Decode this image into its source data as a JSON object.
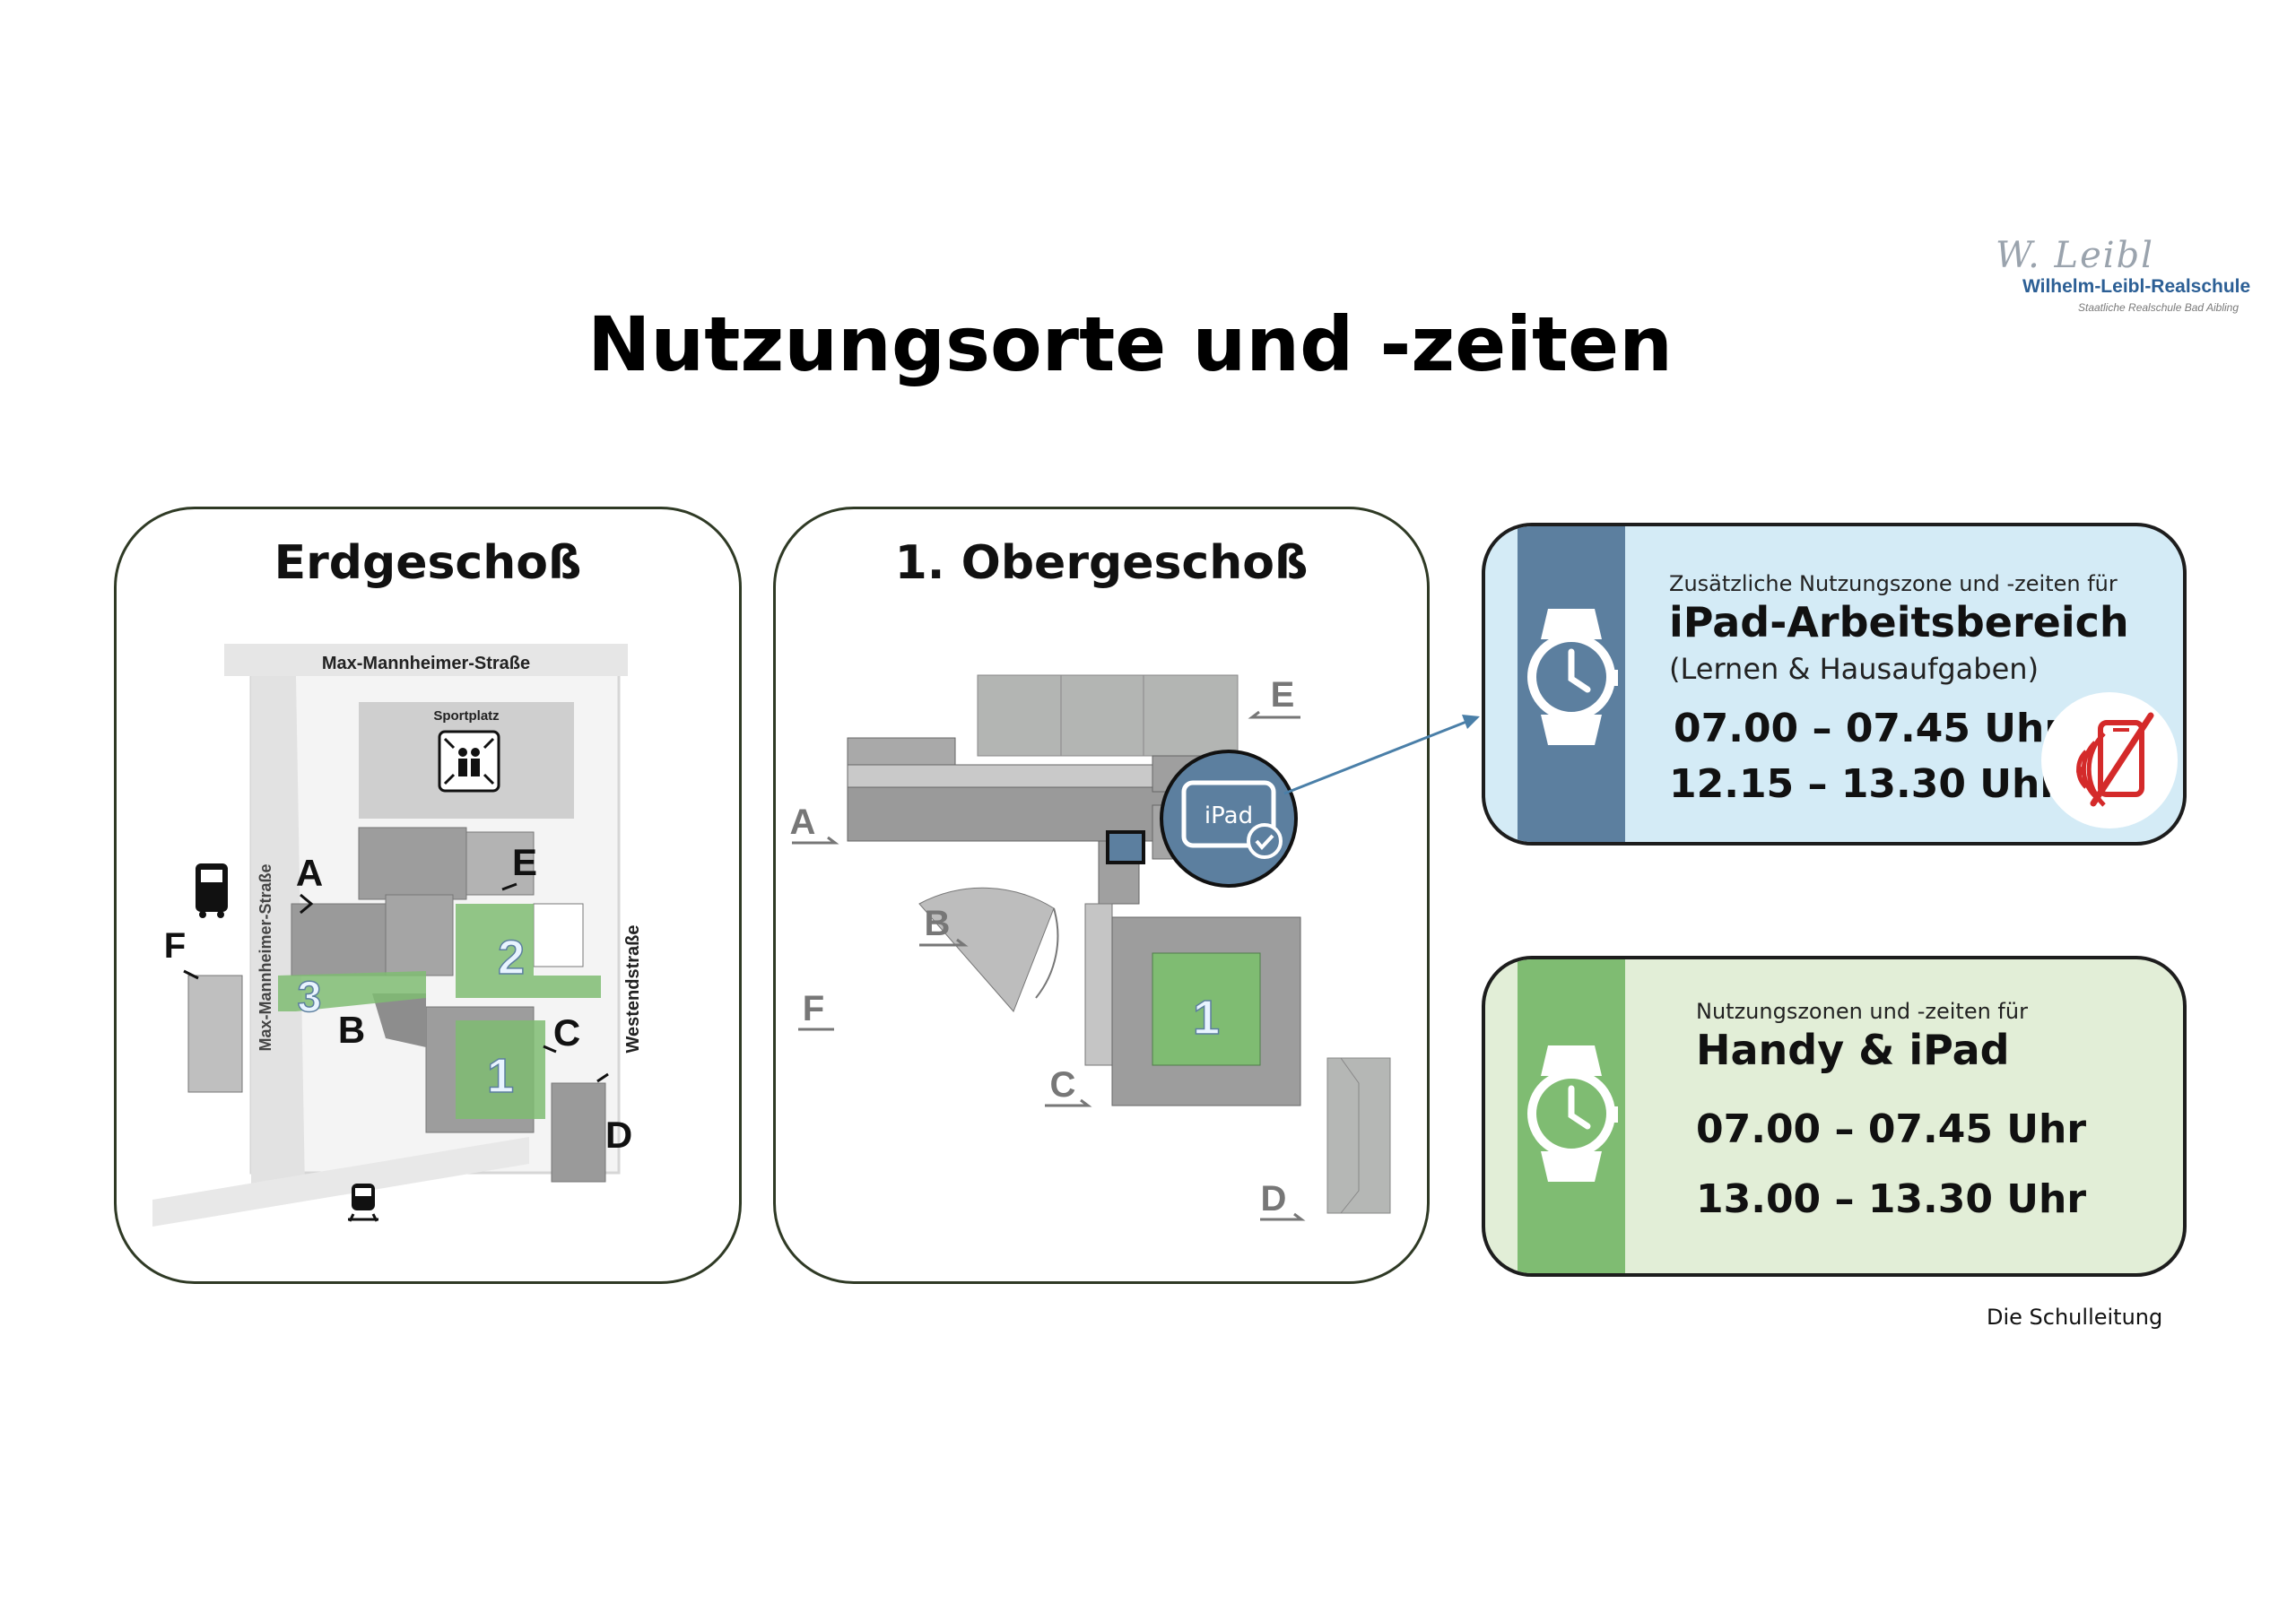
{
  "page": {
    "title": "Nutzungsorte und -zeiten",
    "footer": "Die Schulleitung"
  },
  "logo": {
    "signature": "W. Leibl",
    "name": "Wilhelm-Leibl-Realschule",
    "subtitle": "Staatliche Realschule Bad Aibling"
  },
  "floors": {
    "ground": {
      "title": "Erdgeschoß",
      "street_top": "Max-Mannheimer-Straße",
      "street_left": "Max-Mannheimer-Straße",
      "street_right": "Westendstraße",
      "sports_field": "Sportplatz",
      "entrances": [
        "A",
        "B",
        "C",
        "D",
        "E",
        "F"
      ],
      "zones": [
        "1",
        "2",
        "3"
      ]
    },
    "first": {
      "title": "1. Obergeschoß",
      "entrances": [
        "A",
        "B",
        "C",
        "D",
        "E",
        "F"
      ],
      "zones": [
        "1"
      ],
      "ipad_badge": "iPad"
    }
  },
  "cards": {
    "ipad": {
      "intro": "Zusätzliche Nutzungszone und -zeiten für",
      "heading": "iPad-Arbeitsbereich",
      "note": "(Lernen & Hausaufgaben)",
      "times": [
        "07.00 – 07.45 Uhr",
        "12.15 – 13.30 Uhr"
      ]
    },
    "handy": {
      "intro": "Nutzungszonen und -zeiten für",
      "heading": "Handy & iPad",
      "times": [
        "07.00 – 07.45 Uhr",
        "13.00 – 13.30 Uhr"
      ]
    }
  },
  "colors": {
    "zone_green": "#7fbc72",
    "ipad_blue": "#5c7f9f",
    "ipad_card_bg": "#d4ebf6",
    "handy_card_bg": "#e2eed7",
    "no_phone_red": "#d42a2a",
    "arrow_blue": "#4a7fa8"
  },
  "icons": [
    "watch-icon",
    "no-phone-icon",
    "assembly-point-icon",
    "bus-icon",
    "train-icon",
    "ipad-check-icon"
  ]
}
